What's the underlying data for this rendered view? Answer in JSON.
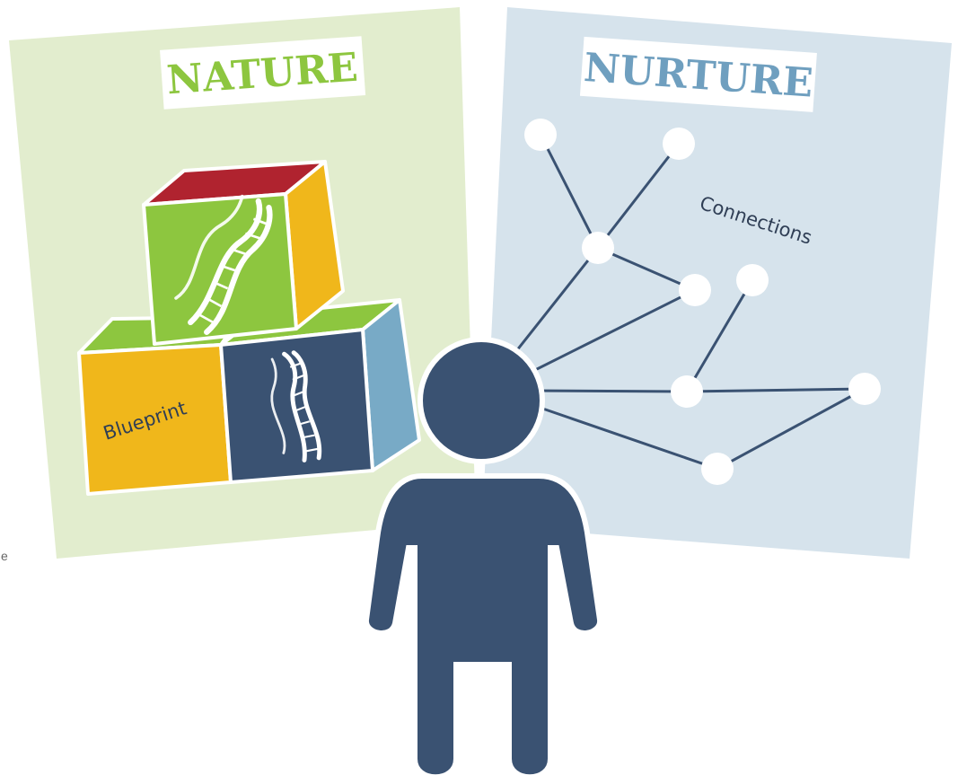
{
  "nature": {
    "title": "NATURE",
    "blueprint_label": "Blueprint"
  },
  "nurture": {
    "title": "NURTURE",
    "connections_label": "Connections"
  },
  "margin_text": "e",
  "colors": {
    "nature_bg": "#e2edce",
    "nurture_bg": "#d6e3ec",
    "nature_title": "#8dc63f",
    "nurture_title": "#6f9fbf",
    "navy": "#3a5272",
    "green": "#8dc63f",
    "yellow": "#f0b71b",
    "red": "#b0232f",
    "steel_blue": "#78aac6"
  },
  "icons": [
    "dna-icon",
    "person-icon",
    "network-icon"
  ]
}
